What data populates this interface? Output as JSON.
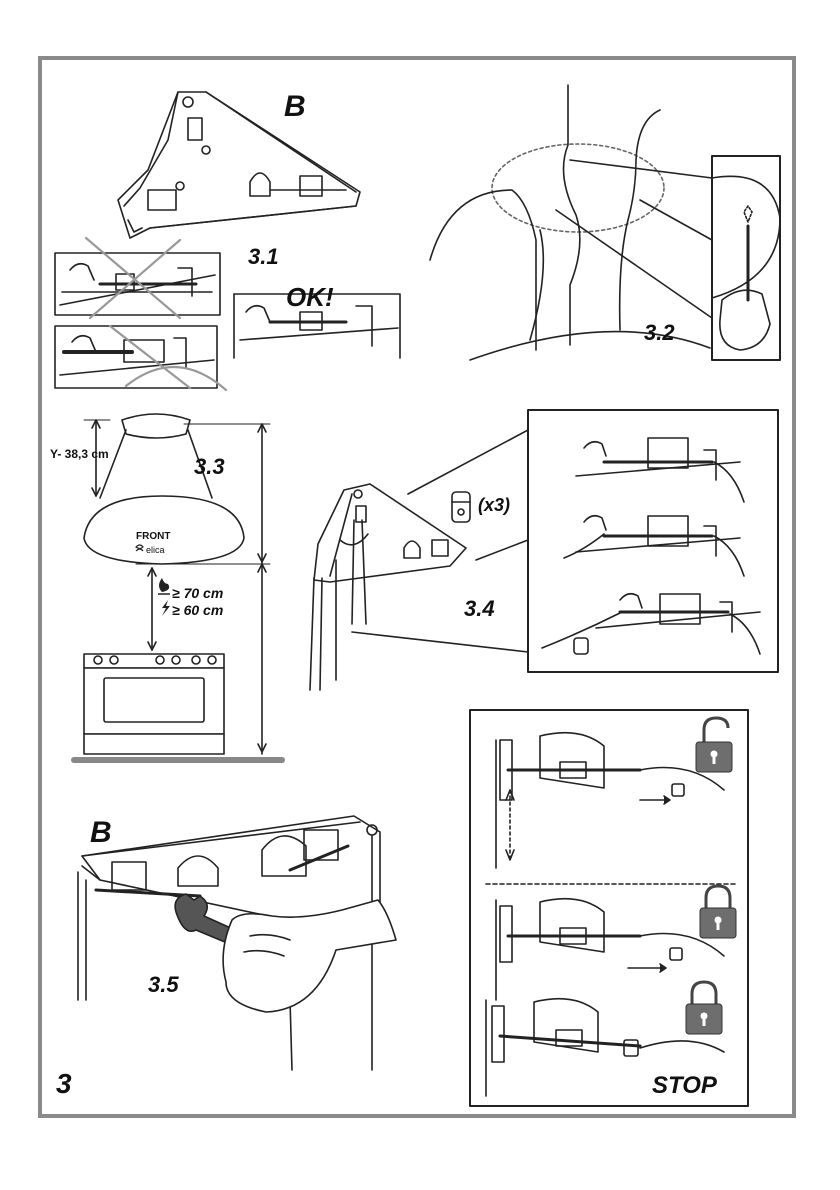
{
  "page_number": "3",
  "labels": {
    "b_top": "B",
    "step_3_1": "3.1",
    "ok": "OK!",
    "step_3_2": "3.2",
    "step_3_3": "3.3",
    "y_dim": "Y- 38,3 cm",
    "front": "FRONT",
    "brand": "elica",
    "gas_dist": "≥ 70 cm",
    "elec_dist": "≥ 60 cm",
    "x3": "(x3)",
    "step_3_4": "3.4",
    "b_bottom": "B",
    "step_3_5": "3.5",
    "stop": "STOP"
  },
  "icons": {
    "lock_open": "lock-open-icon",
    "lock_closed": "lock-closed-icon",
    "gas_flame": "gas-flame-icon",
    "electric_bolt": "lightning-bolt-icon"
  },
  "colors": {
    "frame": "#8a8a8a",
    "line": "#222222",
    "lock_fill": "#6e6e6e",
    "floor": "#9a9a9a"
  }
}
